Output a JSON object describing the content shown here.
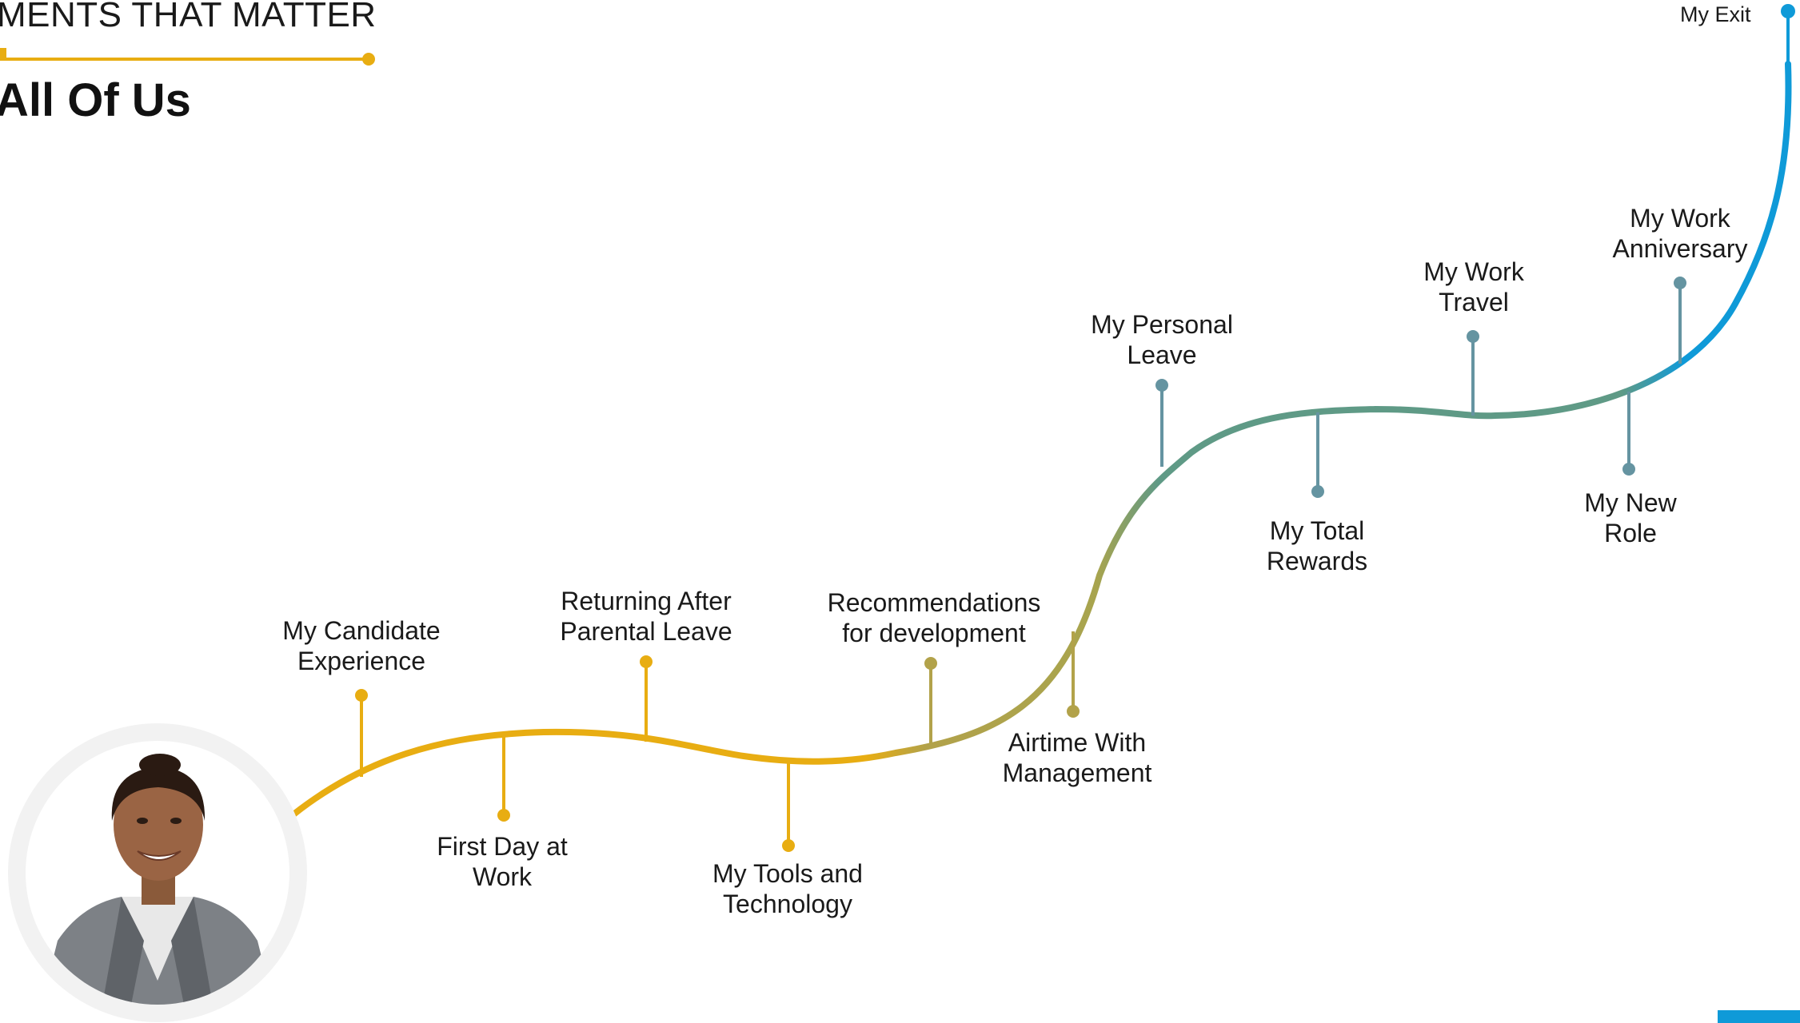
{
  "header": {
    "kicker": "MENTS THAT MATTER",
    "title": "All Of Us"
  },
  "colors": {
    "yellow": "#e8ad12",
    "olive": "#b2a24a",
    "teal": "#5f9a86",
    "slate": "#6594a1",
    "blue": "#0f9ad8",
    "avatar_ring": "#f2f2f2"
  },
  "milestones": [
    {
      "label": "My Candidate\nExperience",
      "side": "above",
      "color": "#e8ad12"
    },
    {
      "label": "First Day at\nWork",
      "side": "below",
      "color": "#e8ad12"
    },
    {
      "label": "Returning After\nParental Leave",
      "side": "above",
      "color": "#e8ad12"
    },
    {
      "label": "My Tools and\nTechnology",
      "side": "below",
      "color": "#e8ad12"
    },
    {
      "label": "Recommendations\nfor development",
      "side": "above",
      "color": "#b2a24a"
    },
    {
      "label": "Airtime With\nManagement",
      "side": "below",
      "color": "#b2a24a"
    },
    {
      "label": "My Personal\nLeave",
      "side": "above",
      "color": "#6594a1"
    },
    {
      "label": "My Total\nRewards",
      "side": "below",
      "color": "#6594a1"
    },
    {
      "label": "My Work\nTravel",
      "side": "above",
      "color": "#6594a1"
    },
    {
      "label": "My New\nRole",
      "side": "below",
      "color": "#6594a1"
    },
    {
      "label": "My Work\nAnniversary",
      "side": "above",
      "color": "#6594a1"
    }
  ],
  "exit": {
    "label": "My Exit",
    "color": "#0f9ad8"
  },
  "avatar": {
    "icon": "person-avatar-icon"
  }
}
